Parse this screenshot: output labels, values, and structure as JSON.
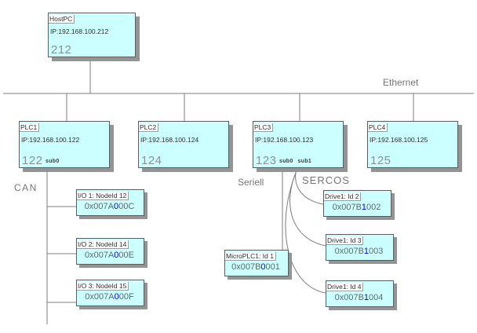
{
  "diagram": {
    "bus_labels": {
      "ethernet": "Ethernet",
      "can": "CAN",
      "seriell": "Seriell",
      "sercos": "SERCOS"
    },
    "colors": {
      "node_fill": "#ccffff",
      "node_border": "#5c5c5c",
      "shadow": "#949494",
      "line": "#7d7d7d",
      "address_highlight": "#0000dd",
      "id_text": "#8f8f8f"
    },
    "nodes": {
      "hostpc": {
        "title": "HostPC",
        "ip": "IP:192.168.100.212",
        "id": "212",
        "sub_a": "",
        "sub_b": ""
      },
      "plc1": {
        "title": "PLC1",
        "ip": "IP:192.168.100.122",
        "id": "122",
        "sub_a": "sub0",
        "sub_b": ""
      },
      "plc2": {
        "title": "PLC2",
        "ip": "IP:192.168.100.124",
        "id": "124",
        "sub_a": "",
        "sub_b": ""
      },
      "plc3": {
        "title": "PLC3",
        "ip": "IP:192.168.100.123",
        "id": "123",
        "sub_a": "sub0",
        "sub_b": "sub1"
      },
      "plc4": {
        "title": "PLC4",
        "ip": "IP:192.168.100.125",
        "id": "125",
        "sub_a": "",
        "sub_b": ""
      }
    },
    "devices": {
      "io1": {
        "title": "I/O 1: NodeId 12",
        "addr_pre": "0x007A",
        "addr_hl": "0",
        "addr_post": "00C"
      },
      "io2": {
        "title": "I/O 2: NodeId 14",
        "addr_pre": "0x007A",
        "addr_hl": "0",
        "addr_post": "00E"
      },
      "io3": {
        "title": "I/O 3: NodeId 15",
        "addr_pre": "0x007A",
        "addr_hl": "0",
        "addr_post": "00F"
      },
      "microplc": {
        "title": "MicroPLC1: Id 1",
        "addr_pre": "0x007B",
        "addr_hl": "0",
        "addr_post": "001"
      },
      "drive2": {
        "title": "Drive1: Id 2",
        "addr_pre": "0x007B",
        "addr_hl": "1",
        "addr_post": "002"
      },
      "drive3": {
        "title": "Drive1: Id 3",
        "addr_pre": "0x007B",
        "addr_hl": "1",
        "addr_post": "003"
      },
      "drive4": {
        "title": "Drive1: Id 4",
        "addr_pre": "0x007B",
        "addr_hl": "1",
        "addr_post": "004"
      }
    }
  }
}
